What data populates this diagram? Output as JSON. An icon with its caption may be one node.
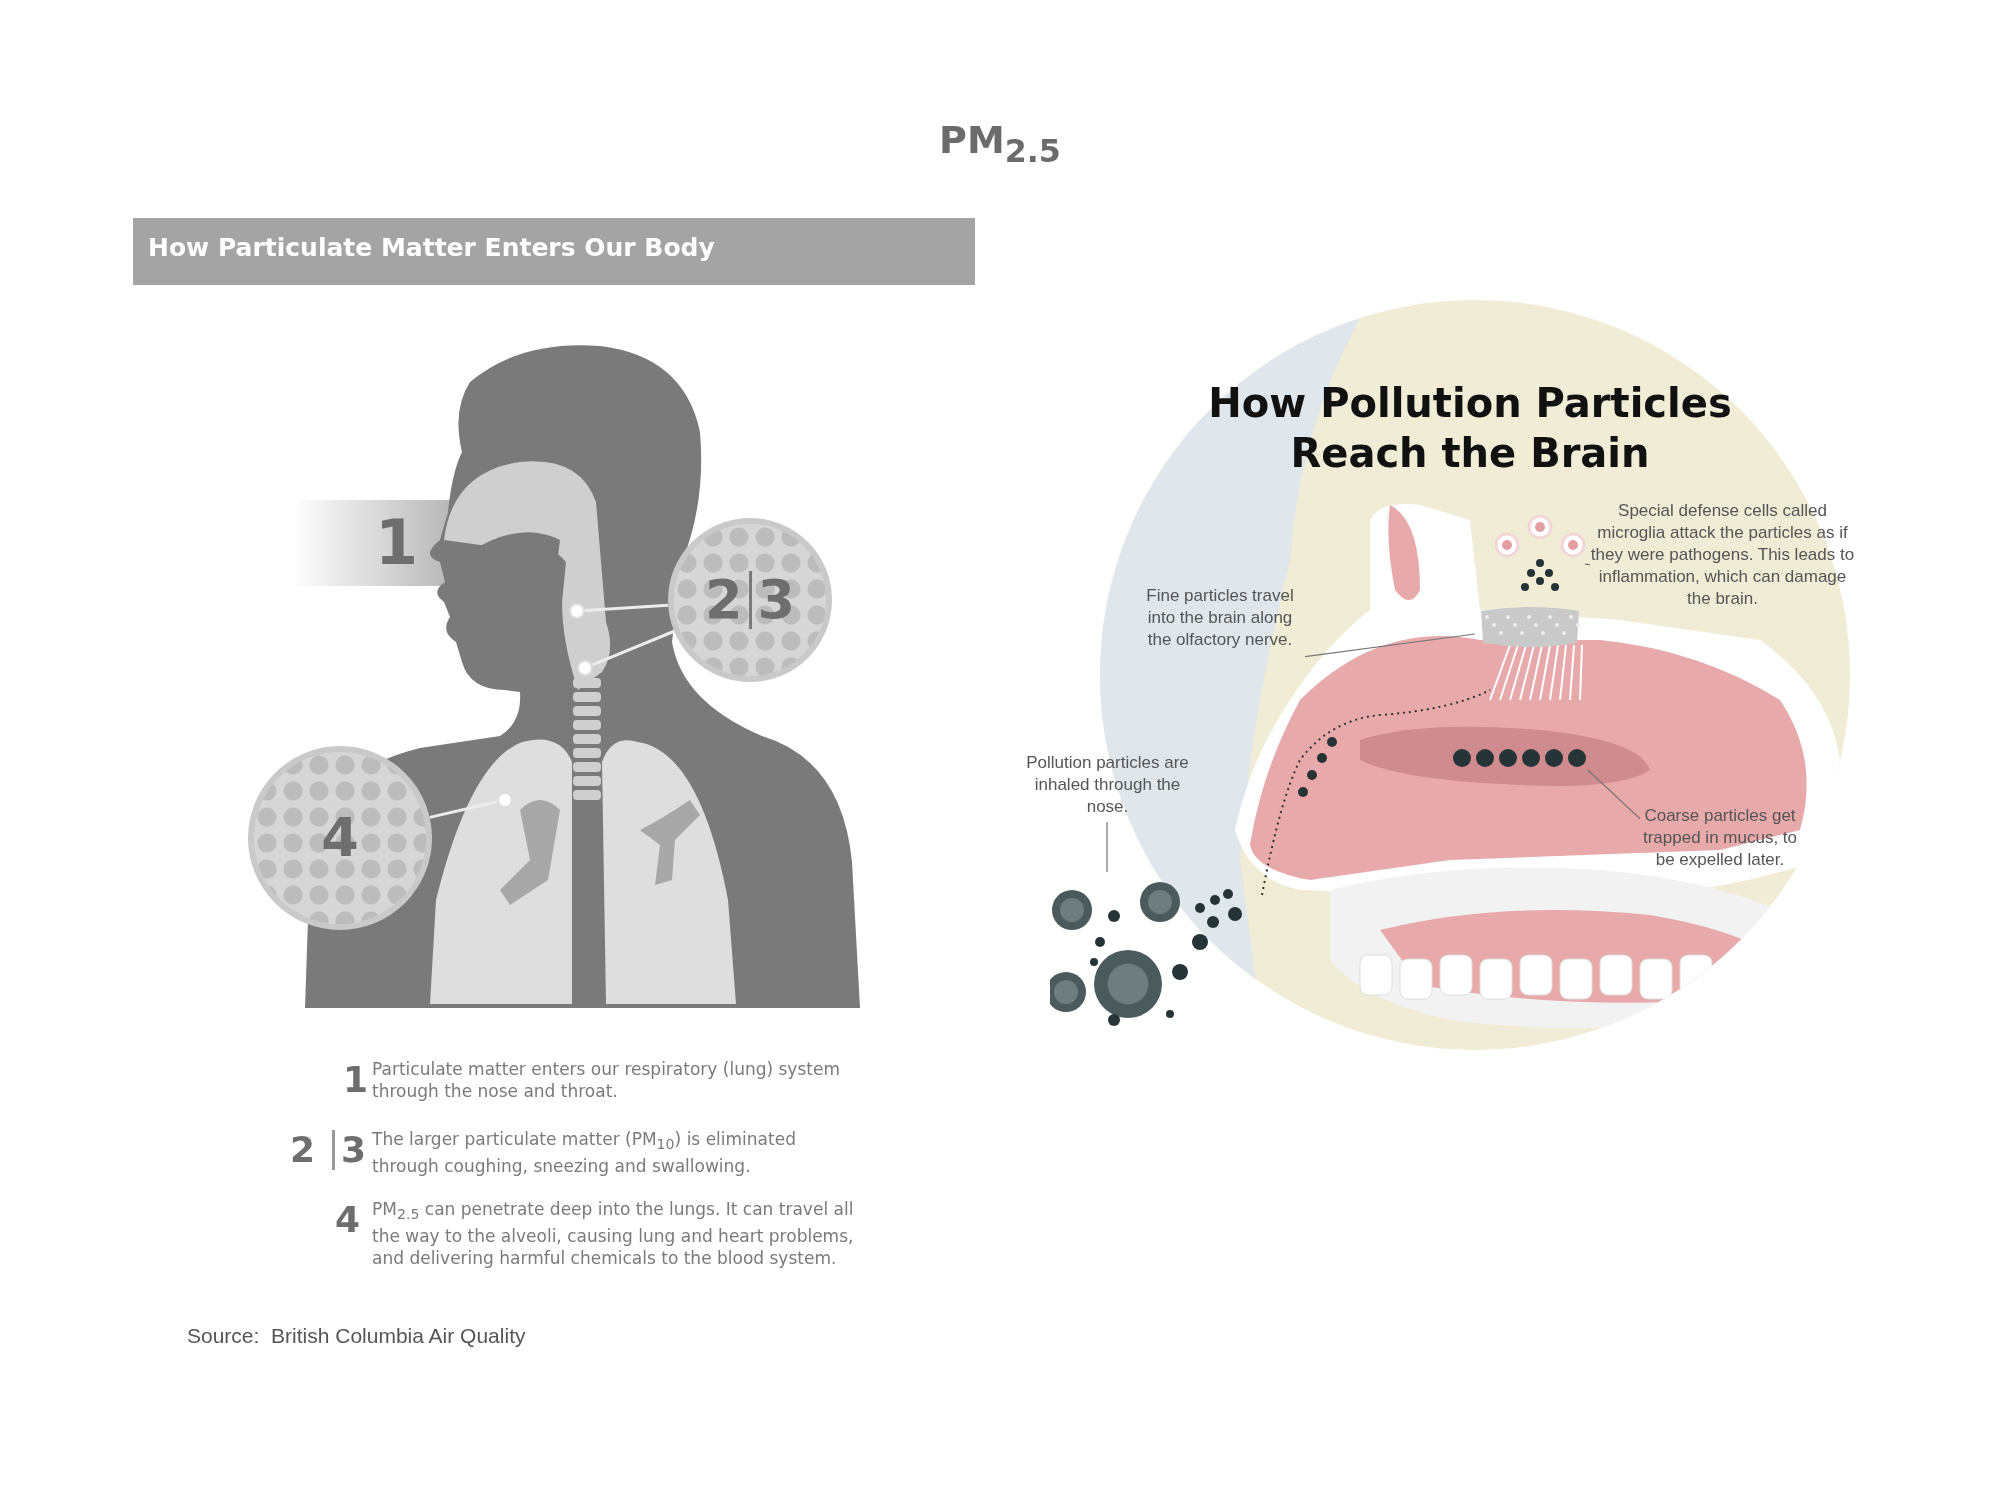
{
  "diagram": {
    "title": "PM$_{2.5}$",
    "caption": "Source:  British Columbia Air Quality",
    "nodes": [
      {
        "text": [
          "2",
          "3"
        ]
      },
      {
        "text": [],
        "shape": "circle"
      },
      {
        "text": [],
        "shape": "circle"
      },
      {
        "text": [
          "4"
        ]
      },
      {
        "text": [],
        "shape": "circle"
      },
      {
        "text": [
          "Special defense cells called microglia attack the particles as if they were pathogens. This leads to inflammation, which can damage the brain."
        ]
      },
      {
        "text": [],
        "shape": "picture"
      },
      {
        "text": [
          "Fine particles travel into the brain along the olfactory nerve."
        ]
      },
      {
        "text": [],
        "shape": "picture"
      },
      {
        "text": [
          "Pollution particles are inhaled through the nose."
        ]
      },
      {
        "text": [],
        "shape": "picture"
      },
      {
        "text": [],
        "shape": "picture"
      },
      {
        "text": [
          "Coarse particles get trapped in mucus, to be expelled later."
        ]
      }
    ],
    "edges": [
      {
        "from": 0,
        "to": 1,
        "arrow": "none",
        "color": "#ececec"
      },
      {
        "from": 0,
        "to": 2,
        "arrow": "none",
        "color": "#ececec"
      },
      {
        "from": 3,
        "to": 4,
        "arrow": "none",
        "color": "#ececec"
      },
      {
        "from": 5,
        "to": 6,
        "arrow": "none"
      },
      {
        "from": 7,
        "to": 8,
        "arrow": "none"
      },
      {
        "from": 9,
        "to": 10,
        "arrow": "none"
      },
      {
        "from": 12,
        "to": 11,
        "arrow": "none"
      }
    ],
    "labels": [
      "How Particulate Matter Enters Our Body",
      "1",
      "How Pollution Particles Reach the Brain",
      "1",
      "Particulate matter enters our respiratory (lung) system through the nose and throat.",
      "2",
      "3",
      "The larger particulate matter (PM$_{10}$) is eliminated through coughing, sneezing and swallowing.",
      "4",
      "PM$_{2.5}$ can penetrate deep into the lungs. It can travel all the way to the alveoli, causing lung and heart problems, and delivering harmful chemicals to the blood system."
    ]
  }
}
